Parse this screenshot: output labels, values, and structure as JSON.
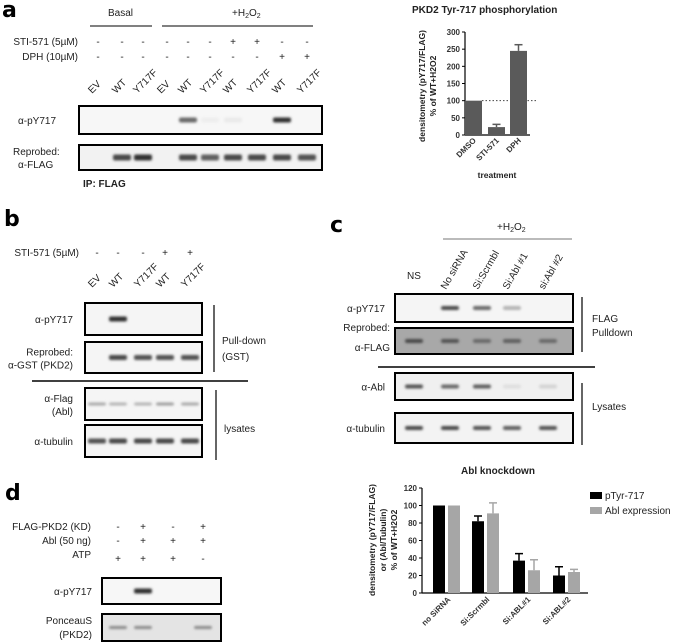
{
  "panel_a": {
    "letter": "a",
    "group_basal": "Basal",
    "group_h2o2": "+H2O2",
    "rows": [
      {
        "label": "STI-571 (5µM)",
        "values": [
          "-",
          "-",
          "-",
          "-",
          "-",
          "-",
          "+",
          "+",
          "-",
          "-"
        ]
      },
      {
        "label": "DPH (10µM)",
        "values": [
          "-",
          "-",
          "-",
          "-",
          "-",
          "-",
          "-",
          "-",
          "+",
          "+"
        ]
      }
    ],
    "lanes": [
      "EV",
      "WT",
      "Y717F",
      "EV",
      "WT",
      "Y717F",
      "WT",
      "Y717F",
      "WT",
      "Y717F"
    ],
    "blots": [
      {
        "label": "α-pY717",
        "bands": [
          0,
          0,
          0,
          0,
          0.7,
          0.08,
          0.1,
          0,
          0.95,
          0
        ]
      },
      {
        "label_1": "Reprobed:",
        "label_2": "α-FLAG",
        "bands": [
          0,
          0.85,
          0.95,
          0,
          0.85,
          0.75,
          0.85,
          0.85,
          0.85,
          0.8
        ]
      }
    ],
    "ip_label": "IP: FLAG"
  },
  "chart_a": {
    "chart_data": {
      "type": "bar",
      "title": "PKD2 Tyr-717 phosphorylation",
      "xlabel": "treatment",
      "ylabel_1": "densitometry (pY717/FLAG)",
      "ylabel_2": "% of WT+H2O2",
      "categories": [
        "DMSO",
        "STI-571",
        "DPH"
      ],
      "values": [
        100,
        23,
        245
      ],
      "errors": [
        0,
        8,
        18
      ],
      "ylim": [
        0,
        300
      ],
      "yticks": [
        0,
        50,
        100,
        150,
        200,
        250,
        300
      ],
      "reference_line": 100,
      "bar_color": "#5a5a5a"
    }
  },
  "panel_b": {
    "letter": "b",
    "rows": [
      {
        "label": "STI-571 (5µM)",
        "values": [
          "-",
          "-",
          "-",
          "+",
          "+"
        ]
      }
    ],
    "lanes": [
      "EV",
      "WT",
      "Y717F",
      "WT",
      "Y717F"
    ],
    "blots": [
      {
        "label_1": "α-pY717",
        "label_2": "",
        "bands": [
          0,
          0.95,
          0,
          0,
          0
        ]
      },
      {
        "label_1": "Reprobed:",
        "label_2": "α-GST (PKD2)",
        "bands": [
          0,
          0.85,
          0.8,
          0.8,
          0.8
        ]
      },
      {
        "label_1": "α-Flag",
        "label_2": "(Abl)",
        "bands": [
          0.4,
          0.35,
          0.35,
          0.45,
          0.4
        ]
      },
      {
        "label_1": "α-tubulin",
        "label_2": "",
        "bands": [
          0.8,
          0.85,
          0.85,
          0.85,
          0.85
        ]
      }
    ],
    "bracket_pulldown_1": "Pull-down",
    "bracket_pulldown_2": "(GST)",
    "bracket_lysates": "lysates"
  },
  "panel_c": {
    "letter": "c",
    "group_h2o2": "+H2O2",
    "lanes": [
      "NS",
      "No siRNA",
      "Si:Scrmbl",
      "Si:Abl #1",
      "si:Abl #2"
    ],
    "blots": [
      {
        "label_1": "α-pY717",
        "label_2": "",
        "bands": [
          0,
          0.85,
          0.7,
          0.35,
          0
        ]
      },
      {
        "label_1": "Reprobed:",
        "label_2": "α-FLAG",
        "bands": [
          0.85,
          0.8,
          0.7,
          0.75,
          0.7
        ]
      },
      {
        "label_1": "α-Abl",
        "label_2": "",
        "bands": [
          0.8,
          0.7,
          0.75,
          0.15,
          0.2
        ]
      },
      {
        "label_1": "α-tubulin",
        "label_2": "",
        "bands": [
          0.85,
          0.85,
          0.8,
          0.75,
          0.8
        ]
      }
    ],
    "bracket_pulldown_1": "FLAG",
    "bracket_pulldown_2": "Pulldown",
    "bracket_lysates": "Lysates"
  },
  "chart_c": {
    "chart_data": {
      "type": "bar",
      "title": "Abl knockdown",
      "ylabel_1": "densitometry (pY717/FLAG)",
      "ylabel_2": "or (Abl/Tubulin)",
      "ylabel_3": "% of WT+H2O2",
      "categories": [
        "no SiRNA",
        "Si:Scrmbl",
        "Si:ABL#1",
        "Si:ABL#2"
      ],
      "series": [
        {
          "name": "pTyr-717",
          "color": "#000000",
          "values": [
            100,
            82,
            37,
            20
          ],
          "errors": [
            0,
            6,
            8,
            10
          ]
        },
        {
          "name": "Abl expression",
          "color": "#a6a6a6",
          "values": [
            100,
            91,
            26,
            24
          ],
          "errors": [
            0,
            12,
            12,
            3
          ]
        }
      ],
      "ylim": [
        0,
        120
      ],
      "yticks": [
        0,
        20,
        40,
        60,
        80,
        100,
        120
      ],
      "legend": "right"
    }
  },
  "panel_d": {
    "letter": "d",
    "rows": [
      {
        "label": "FLAG-PKD2 (KD)",
        "values": [
          "-",
          "+",
          "-",
          "+"
        ]
      },
      {
        "label": "Abl (50 ng)",
        "values": [
          "-",
          "+",
          "+",
          "+"
        ]
      },
      {
        "label": "ATP",
        "values": [
          "+",
          "+",
          "+",
          "-"
        ]
      }
    ],
    "blots": [
      {
        "label_1": "α-pY717",
        "label_2": "",
        "bands": [
          0,
          0.95,
          0,
          0
        ]
      },
      {
        "label_1": "PonceauS",
        "label_2": "(PKD2)",
        "bands": [
          0.55,
          0.55,
          0,
          0.55
        ]
      }
    ]
  }
}
